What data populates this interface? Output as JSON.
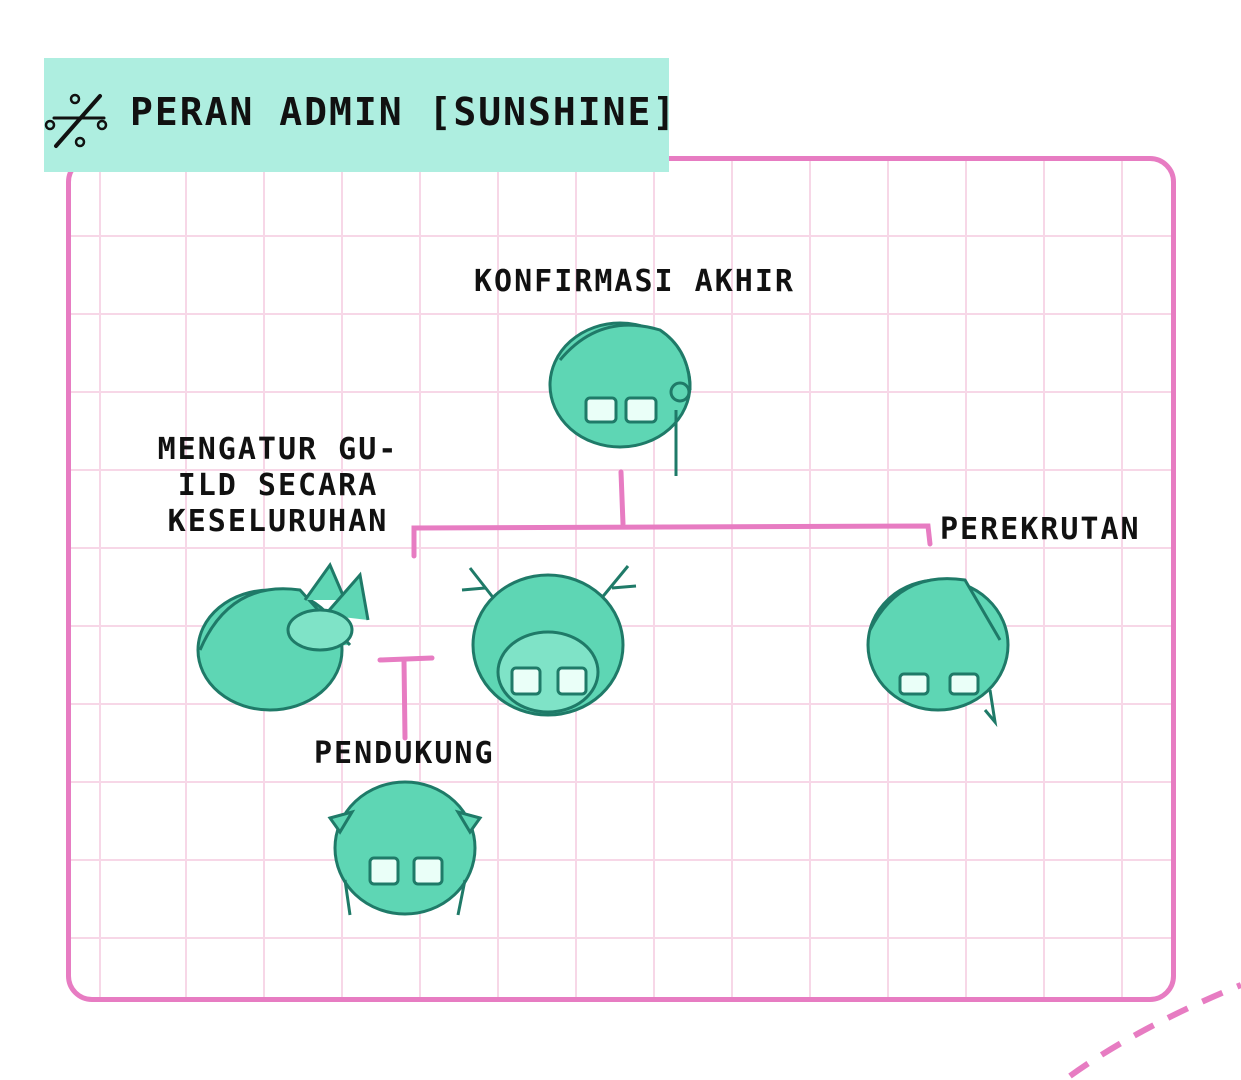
{
  "title": "PERAN ADMIN [SUNSHINE]",
  "colors": {
    "banner": "#aeeee0",
    "frame": "#e77cc2",
    "grid": "#f7d7e7",
    "avatar_fill": "#5ed6b4",
    "avatar_line": "#1f7a68"
  },
  "title_icon": "percent-icon",
  "nodes": {
    "final_confirmation": {
      "label": "KONFIRMASI AKHIR"
    },
    "guild_manager": {
      "label_lines": [
        "MENGATUR GU-",
        "ILD SECARA",
        "KESELURUHAN"
      ]
    },
    "recruitment": {
      "label": "PEREKRUTAN"
    },
    "support": {
      "label": "PENDUKUNG"
    }
  }
}
